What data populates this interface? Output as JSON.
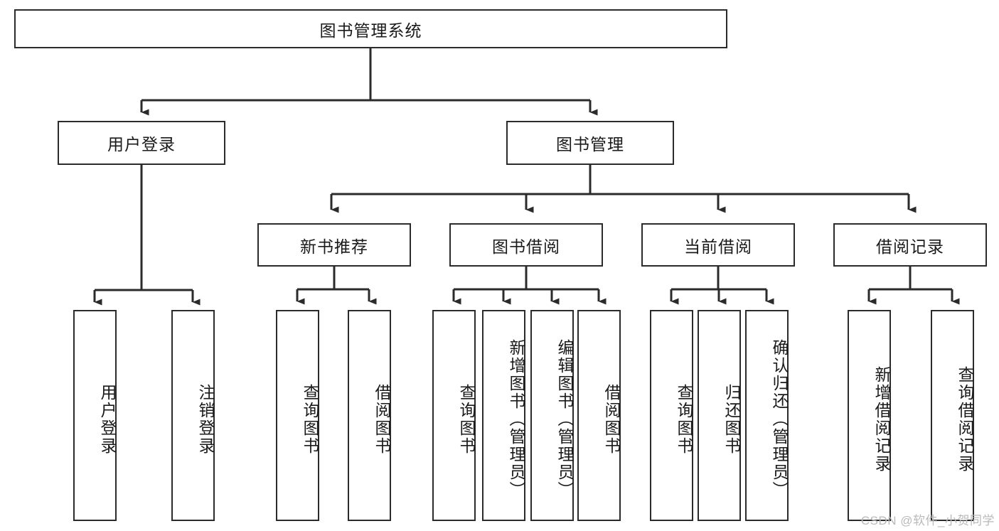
{
  "diagram": {
    "title": "图书管理系统",
    "type": "tree-hierarchy-diagram",
    "watermark": "CSDN @软件_小贺同学",
    "style": {
      "box_border_color": "#2b2b2b",
      "box_fill_color": "#ffffff",
      "connector_color": "#2b2b2b",
      "background_color": "#ffffff",
      "text_color": "#1a1a1a"
    },
    "root": {
      "label": "图书管理系统"
    },
    "level2": [
      {
        "label": "用户登录"
      },
      {
        "label": "图书管理"
      }
    ],
    "level3": [
      {
        "label": "新书推荐"
      },
      {
        "label": "图书借阅"
      },
      {
        "label": "当前借阅"
      },
      {
        "label": "借阅记录"
      }
    ],
    "leaves": {
      "user_login": [
        {
          "label": "用户登录"
        },
        {
          "label": "注销登录"
        }
      ],
      "new_book_recommend": [
        {
          "label": "查询图书"
        },
        {
          "label": "借阅图书"
        }
      ],
      "book_borrow": [
        {
          "label": "查询图书"
        },
        {
          "label": "新增图书（管理员）"
        },
        {
          "label": "编辑图书（管理员）"
        },
        {
          "label": "借阅图书"
        }
      ],
      "current_borrow": [
        {
          "label": "查询图书"
        },
        {
          "label": "归还图书"
        },
        {
          "label": "确认归还（管理员）"
        }
      ],
      "borrow_record": [
        {
          "label": "新增借阅记录"
        },
        {
          "label": "查询借阅记录"
        }
      ]
    }
  }
}
